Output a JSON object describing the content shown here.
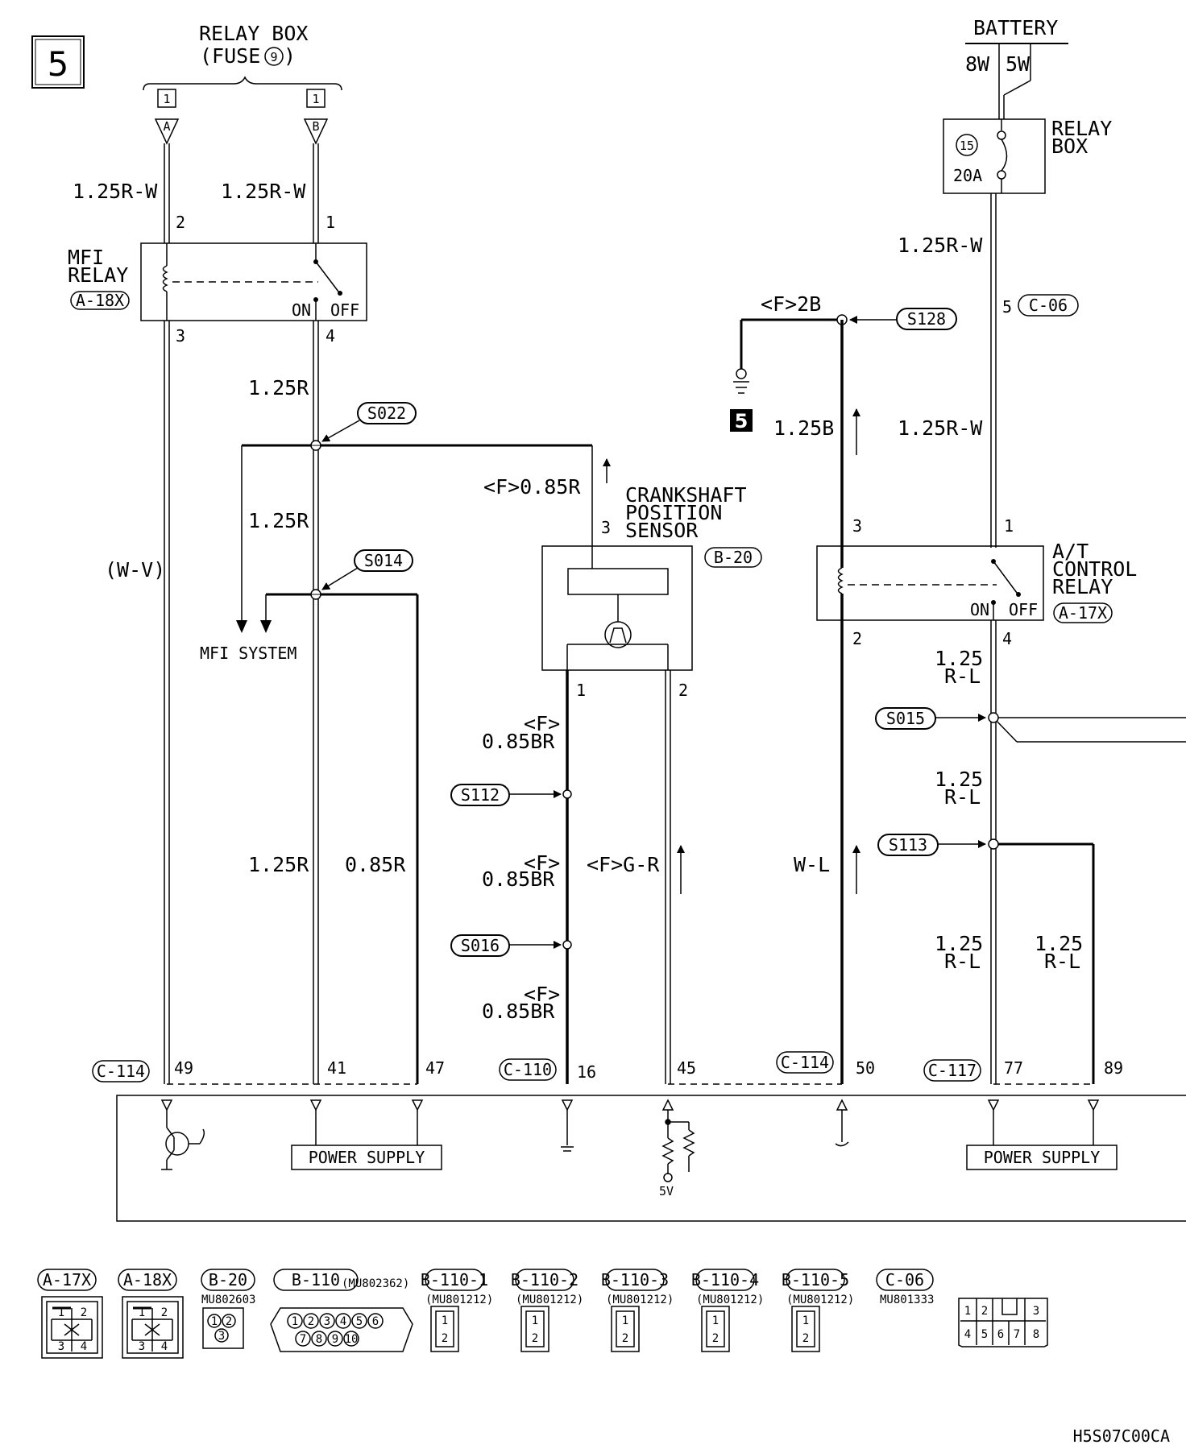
{
  "page": {
    "number": "5",
    "drawing_id": "H5S07C00CA"
  },
  "relay_box_left": {
    "title": "RELAY BOX",
    "fuse_label": "(FUSE",
    "fuse_num": "9",
    "fuse_close": ")",
    "conn_a_page": "1",
    "conn_b_page": "1",
    "conn_a": "A",
    "conn_b": "B"
  },
  "battery": {
    "title": "BATTERY",
    "wire_a": "8W",
    "wire_b": "5W",
    "relay_box_line1": "RELAY",
    "relay_box_line2": "BOX",
    "fuse_num": "15",
    "fuse_rating": "20A"
  },
  "mfi_relay": {
    "line1": "MFI",
    "line2": "RELAY",
    "connector": "A-18X",
    "pin_coil_in": "2",
    "pin_sw_in": "1",
    "pin_coil_out": "3",
    "pin_sw_out": "4",
    "on": "ON",
    "off": "OFF"
  },
  "at_relay": {
    "line1": "A/T",
    "line2": "CONTROL",
    "line3": "RELAY",
    "connector": "A-17X",
    "pin_coil_in": "3",
    "pin_sw_in": "1",
    "pin_coil_out": "2",
    "pin_sw_out": "4",
    "on": "ON",
    "off": "OFF"
  },
  "crank_sensor": {
    "line1": "CRANKSHAFT",
    "line2": "POSITION",
    "line3": "SENSOR",
    "connector": "B-20",
    "pin_top": "3",
    "pin_1": "1",
    "pin_2": "2"
  },
  "wires": {
    "a_wire": "1.25R-W",
    "b_wire": "1.25R-W",
    "wv": "(W-V)",
    "r_upper": "1.25R",
    "r_mid": "1.25R",
    "r_lower": "1.25R",
    "r085": "0.85R",
    "f085r": "<F>0.85R",
    "f2b": "<F>2B",
    "b125": "1.25B",
    "rw_battery": "1.25R-W",
    "rw_mid": "1.25R-W",
    "c06_pin": "5",
    "c06": "C-06",
    "rl_1a": "1.25",
    "rl_1b": "R-L",
    "rl_2a": "1.25",
    "rl_2b": "R-L",
    "rl_3a": "1.25",
    "rl_3b": "R-L",
    "rl_4a": "1.25",
    "rl_4b": "R-L",
    "f_a": "<F>",
    "br_a": "0.85BR",
    "f_b": "<F>",
    "br_b": "0.85BR",
    "f_c": "<F>",
    "br_c": "0.85BR",
    "fgr": "<F>G-R",
    "wl": "W-L",
    "mfi_system": "MFI SYSTEM",
    "ground_num": "5"
  },
  "splices": {
    "s022": "S022",
    "s014": "S014",
    "s128": "S128",
    "s015": "S015",
    "s113": "S113",
    "s112": "S112",
    "s016": "S016"
  },
  "ecu": {
    "c114a": "C-114",
    "c110": "C-110",
    "c114b": "C-114",
    "c117": "C-117",
    "p49": "49",
    "p41": "41",
    "p47": "47",
    "p16": "16",
    "p45": "45",
    "p50": "50",
    "p77": "77",
    "p89": "89",
    "power1": "POWER SUPPLY",
    "power2": "POWER SUPPLY",
    "v5": "5V"
  },
  "connectors": [
    {
      "name": "A-17X",
      "part": ""
    },
    {
      "name": "A-18X",
      "part": ""
    },
    {
      "name": "B-20",
      "part": "MU802603"
    },
    {
      "name": "B-110",
      "part": "(MU802362)"
    },
    {
      "name": "B-110-1",
      "part": "(MU801212)"
    },
    {
      "name": "B-110-2",
      "part": "(MU801212)"
    },
    {
      "name": "B-110-3",
      "part": "(MU801212)"
    },
    {
      "name": "B-110-4",
      "part": "(MU801212)"
    },
    {
      "name": "B-110-5",
      "part": "(MU801212)"
    },
    {
      "name": "C-06",
      "part": "MU801333"
    }
  ],
  "conn_pins": {
    "p1": "1",
    "p2": "2",
    "p3": "3",
    "p4": "4",
    "p5": "5",
    "p6": "6",
    "p7": "7",
    "p8": "8",
    "p9": "9",
    "p10": "10"
  }
}
